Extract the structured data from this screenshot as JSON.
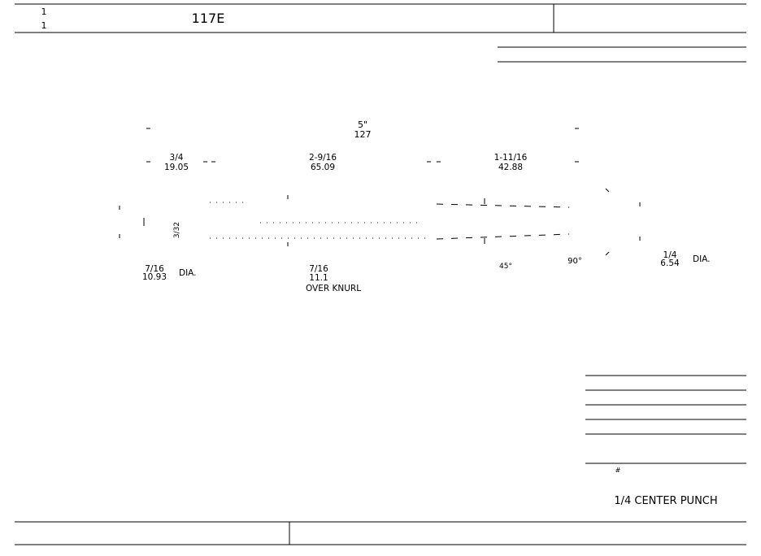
{
  "title_block": {
    "fraction_top": "1",
    "fraction_bottom": "1",
    "drawing_number": "117E"
  },
  "dimensions": {
    "overall_length_in": "5\"",
    "overall_length_mm": "127",
    "tip_length_in": "3/4",
    "tip_length_mm": "19.05",
    "body_length_in": "2-9/16",
    "body_length_mm": "65.09",
    "shank_length_in": "1-11/16",
    "shank_length_mm": "42.88",
    "tip_dia_in": "7/16",
    "tip_dia_mm": "10.93",
    "tip_dia_suffix": "DIA.",
    "knurl_dia_in": "7/16",
    "knurl_dia_mm": "11.1",
    "knurl_note": "OVER KNURL",
    "head_dia_in": "1/4",
    "head_dia_mm": "6.54",
    "head_dia_suffix": "DIA.",
    "point_dim": "3/32",
    "angle_left": "45°",
    "angle_right": "90°"
  },
  "part_name": "1/4 CENTER PUNCH",
  "small_mark": "#"
}
